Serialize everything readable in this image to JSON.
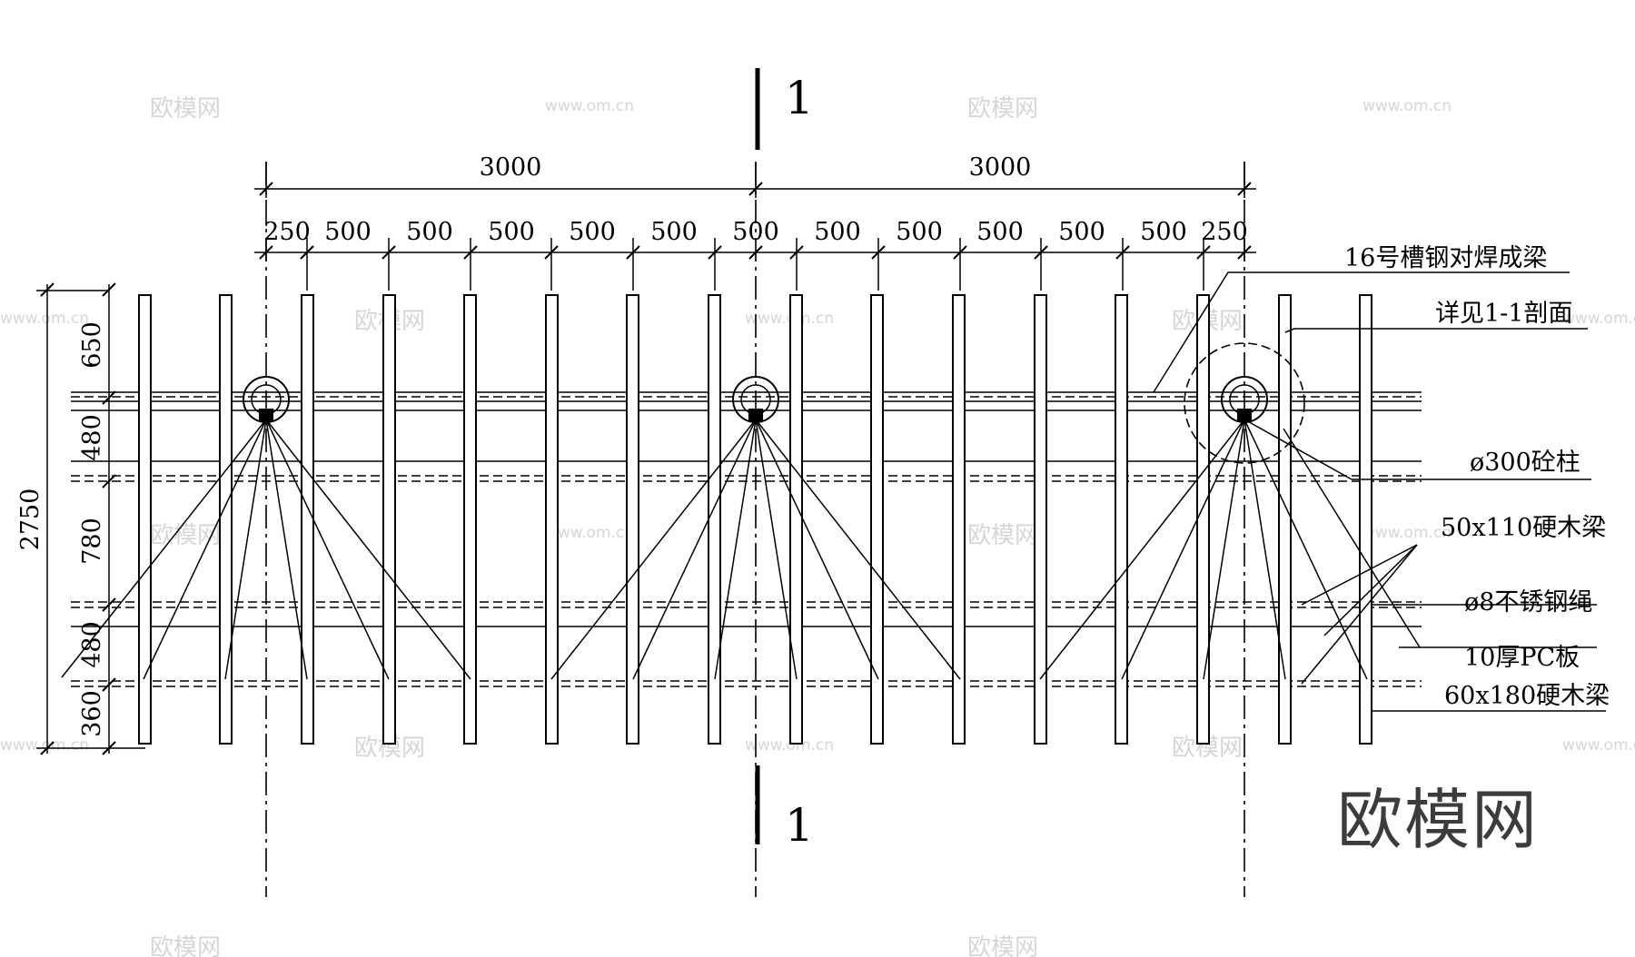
{
  "section_mark": {
    "label": "1"
  },
  "dimensions": {
    "top_spans": [
      "3000",
      "3000"
    ],
    "sub_spans": [
      "250",
      "500",
      "500",
      "500",
      "500",
      "500",
      "500",
      "500",
      "500",
      "500",
      "500",
      "500",
      "250"
    ],
    "side_total": "2750",
    "side_parts": [
      "650",
      "480",
      "780",
      "480",
      "360"
    ]
  },
  "callouts": [
    "16号槽钢对焊成梁",
    "详见1-1剖面",
    "ø300砼柱",
    "50x110硬木梁",
    "ø8不锈钢绳",
    "10厚PC板",
    "60x180硬木梁"
  ],
  "watermark": {
    "brand": "欧模网",
    "url": "www.om.cn"
  }
}
